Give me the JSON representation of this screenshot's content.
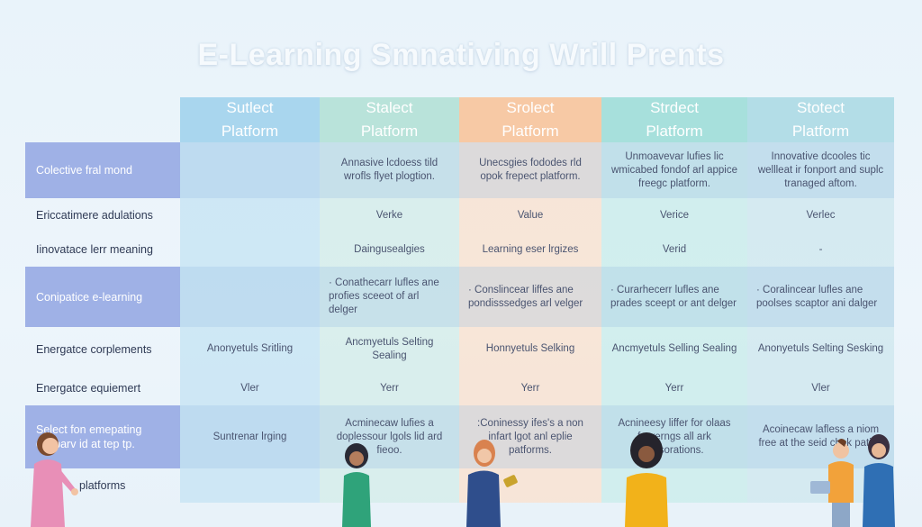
{
  "title": "E-Learning Smnativing Wrill Prents",
  "columns": [
    {
      "line1": "Sutlect",
      "line2": "Platform"
    },
    {
      "line1": "Stalect",
      "line2": "Platform"
    },
    {
      "line1": "Srolect",
      "line2": "Platform"
    },
    {
      "line1": "Strdect",
      "line2": "Platform"
    },
    {
      "line1": "Stotect",
      "line2": "Platform"
    }
  ],
  "colors": {
    "col1": "#c4e3f3",
    "col2": "#d3ece8",
    "col3": "#fbe0cc",
    "col4": "#c8ece9",
    "col5": "#cde7ee",
    "hdr1": "#a9d6ee",
    "hdr2": "#b9e3da",
    "hdr3": "#f7c9a5",
    "hdr4": "#a7e0dc",
    "hdr5": "#b3dde7",
    "label_highlight": "#9fb1e6",
    "label_plain": "#e8f1f8"
  },
  "rows": [
    {
      "label": "Colective fral mond",
      "cells": [
        "",
        "Annasive lcdoess tild wrofls flyet plogtion.",
        "Unecsgies fododes rld opok frepect platform.",
        "Unmoavevar lufies lic wmicabed fondof arl appice freegc platform.",
        "Innovative dcooles tic wellleat ir fonport and suplc tranaged aftom."
      ]
    },
    {
      "label": "Ericcatimere adulations",
      "cells": [
        "",
        "Verke",
        "Value",
        "Verice",
        "Verlec"
      ]
    },
    {
      "label": "Iinovatace lerr meaning",
      "cells": [
        "",
        "Daingusealgies",
        "Learning eser lrgizes",
        "Verid",
        "-"
      ]
    },
    {
      "label": "Conipatice e-learning",
      "cells": [
        "",
        "· Conathecarr lufles ane profies sceeot of arl delger",
        "· Conslincear liffes ane pondisssedges arl velger",
        "· Curarhecerr lufles ane prades sceept or ant delger",
        "· Coralincear lufles ane poolses scaptor ani dalger"
      ]
    },
    {
      "label": "Energatce corplements",
      "cells": [
        "Anonyetuls Sritling",
        "Ancmyetuls Selting Sealing",
        "Honnyetuls Selking",
        "Ancmyetuls Selling Sealing",
        "Anonyetuls Selting Sesking"
      ]
    },
    {
      "label": "Energatce equiemert",
      "cells": [
        "Vler",
        "Yerr",
        "Yerr",
        "Yerr",
        "Vler"
      ]
    },
    {
      "label": "Select fon emepating copparv id at tep tp.",
      "cells": [
        "Suntrenar lrging",
        "Acminecaw lufies a doplessour lgols lid ard fieoo.",
        ":Coninessy ifes's a non infart lgot anl eplie patforms.",
        "Acnineesy liffer for olaas frnyerngs all ark elesorations.",
        "Acoinecaw lafless a niom free at the seid chok pating"
      ]
    },
    {
      "label": "platforms",
      "cells": [
        "",
        "",
        "",
        "",
        ""
      ]
    }
  ]
}
